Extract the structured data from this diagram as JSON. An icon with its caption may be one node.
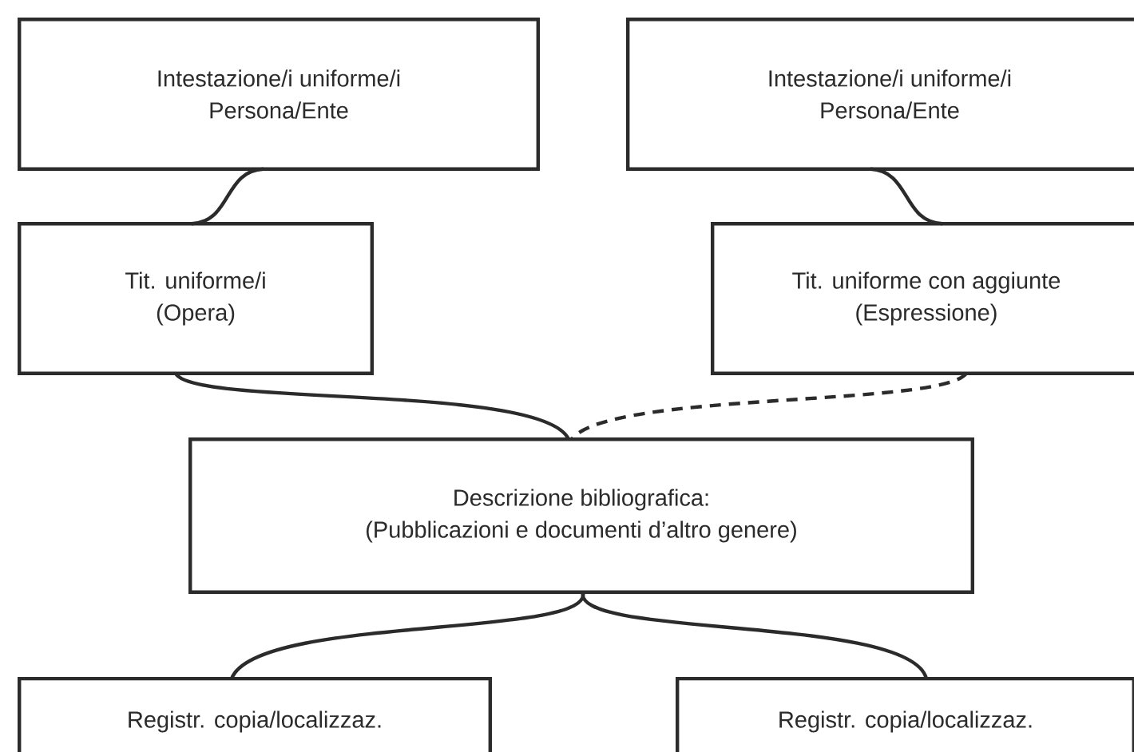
{
  "diagram": {
    "nodes": [
      {
        "text": [
          "Intestazione/i uniforme/i",
          "Persona/Ente"
        ]
      },
      {
        "text": [
          "Intestazione/i uniforme/i",
          "Persona/Ente"
        ]
      },
      {
        "text": [
          "Tit. uniforme/i",
          "(Opera)"
        ]
      },
      {
        "text": [
          "Tit. uniforme con aggiunte",
          "(Espressione)"
        ]
      },
      {
        "text": [
          "Descrizione bibliografica:",
          "(Pubblicazioni e documenti d’altro genere)"
        ]
      },
      {
        "text": [
          "Registr. copia/localizzaz."
        ]
      },
      {
        "text": [
          "Registr. copia/localizzaz."
        ]
      }
    ],
    "edges": [
      {
        "from": 0,
        "to": 2,
        "arrow": "none"
      },
      {
        "from": 1,
        "to": 3,
        "arrow": "none"
      },
      {
        "from": 2,
        "to": 4,
        "arrow": "none"
      },
      {
        "from": 3,
        "to": 4,
        "arrow": "none",
        "style": "dashed"
      },
      {
        "from": 4,
        "to": 5,
        "arrow": "none"
      },
      {
        "from": 4,
        "to": 6,
        "arrow": "none"
      }
    ]
  }
}
